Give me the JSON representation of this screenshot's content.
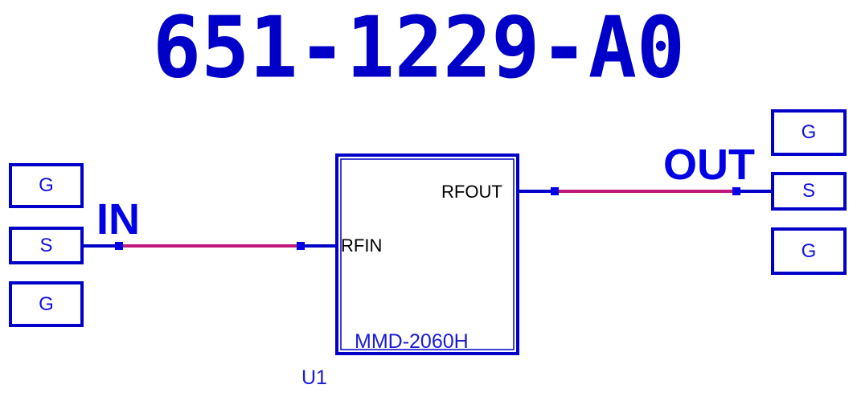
{
  "title": "651-1229-A0",
  "colors": {
    "component": "#0000c8",
    "wire": "#c0187a",
    "label": "#0000e6"
  },
  "input": {
    "net_label": "IN",
    "pads": [
      {
        "label": "G",
        "role": "ground"
      },
      {
        "label": "S",
        "role": "signal"
      },
      {
        "label": "G",
        "role": "ground"
      }
    ]
  },
  "output": {
    "net_label": "OUT",
    "pads": [
      {
        "label": "G",
        "role": "ground"
      },
      {
        "label": "S",
        "role": "signal"
      },
      {
        "label": "G",
        "role": "ground"
      }
    ]
  },
  "component": {
    "part_number": "MMD-2060H",
    "designator": "U1",
    "pins": {
      "input": "RFIN",
      "output": "RFOUT"
    }
  }
}
